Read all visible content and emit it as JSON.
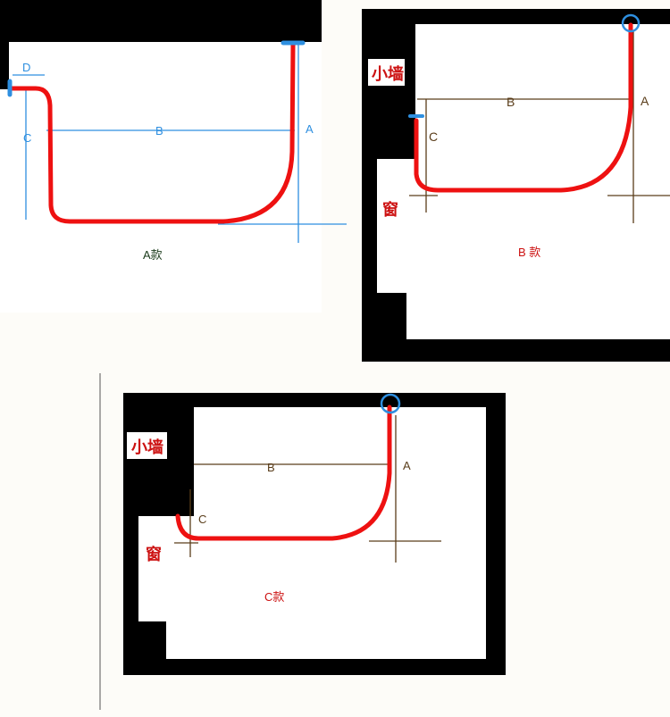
{
  "colors": {
    "wall": "#000000",
    "floor": "#ffffff",
    "background": "#fdfcf8",
    "curtain_rail": "#ee1111",
    "blue_dimension": "#2e8fe0",
    "brown_dimension": "#5a3d1a",
    "red_label": "#cc1111",
    "caption_green": "#1a3a1a"
  },
  "panel_a": {
    "caption": "A款",
    "labels": {
      "d": "D",
      "c": "C",
      "b": "B",
      "a": "A"
    }
  },
  "panel_b": {
    "caption": "B 款",
    "wall_label": "小墙",
    "window_label": "窗",
    "labels": {
      "b": "B",
      "a": "A",
      "c": "C"
    }
  },
  "panel_c": {
    "caption": "C款",
    "wall_label": "小墙",
    "window_label": "窗",
    "labels": {
      "b": "B",
      "a": "A",
      "c": "C"
    }
  }
}
